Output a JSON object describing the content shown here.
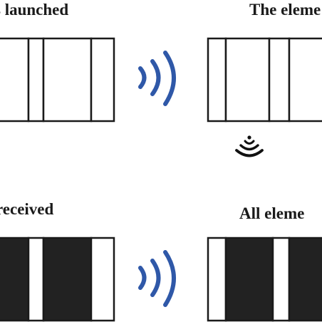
{
  "labels": {
    "top_left": "s launched",
    "top_right": "The eleme",
    "bottom_left": "received",
    "bottom_right": "All eleme"
  },
  "colors": {
    "signal_blue": "#2f58a8",
    "outline": "#1a1a1a",
    "filled": "#222222",
    "empty": "#ffffff"
  },
  "panels": {
    "top_left": [
      "empty",
      "empty",
      "empty",
      "empty"
    ],
    "top_right": [
      "empty",
      "empty",
      "empty",
      "empty"
    ],
    "bottom_left": [
      "filled",
      "empty",
      "filled",
      "empty"
    ],
    "bottom_right": [
      "empty",
      "filled",
      "empty",
      "filled"
    ]
  },
  "icons": {
    "top_signal": "wireless-signal-icon",
    "bottom_signal": "wireless-signal-icon",
    "receiver": "receiver-signal-icon"
  }
}
